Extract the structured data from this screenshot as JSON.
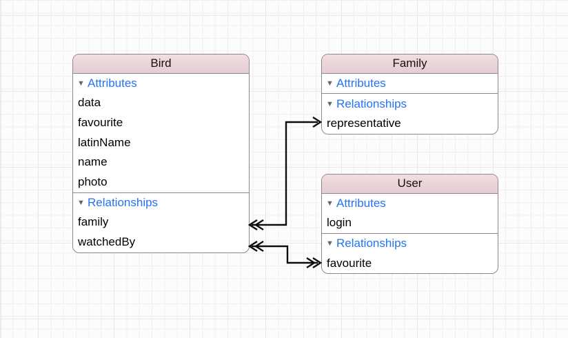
{
  "labels": {
    "attributes": "Attributes",
    "relationships": "Relationships"
  },
  "glyphs": {
    "disclosure": "▼"
  },
  "entities": {
    "bird": {
      "title": "Bird",
      "attributes": [
        "data",
        "favourite",
        "latinName",
        "name",
        "photo"
      ],
      "relationships": [
        "family",
        "watchedBy"
      ]
    },
    "family": {
      "title": "Family",
      "attributes": [],
      "relationships": [
        "representative"
      ]
    },
    "user": {
      "title": "User",
      "attributes": [
        "login"
      ],
      "relationships": [
        "favourite"
      ]
    }
  },
  "connectors": [
    {
      "from": "Bird.family",
      "to": "Family.representative",
      "bird_end_arrowheads": "double (to-many)",
      "family_end_arrowheads": "single (to-one)"
    },
    {
      "from": "Bird.watchedBy",
      "to": "User.favourite",
      "bird_end_arrowheads": "double (to-many)",
      "user_end_arrowheads": "double (to-many)"
    }
  ],
  "colors": {
    "entity_header_bg": "#e9d4d8",
    "entity_border": "#93858a",
    "section_label": "#2472f4",
    "disclosure_triangle": "#666666",
    "row_text": "#000000",
    "connector": "#0d0d0d",
    "canvas_bg": "#fcfcfc",
    "grid_line": "#efefef"
  }
}
